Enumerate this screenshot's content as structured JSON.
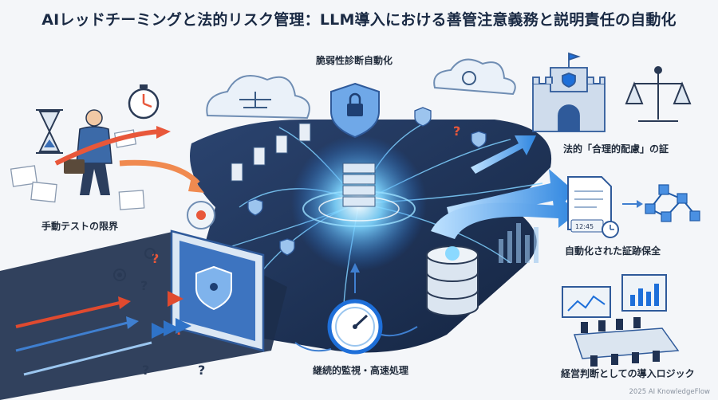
{
  "title": "AIレッドチーミングと法的リスク管理：LLM導入における善管注意義務と説明責任の自動化",
  "labels": {
    "top_center": "脆弱性診断自動化",
    "left": "手動テストの限界",
    "right_top": "法的「合理的配慮」の証",
    "right_middle": "自動化された証跡保全",
    "bottom_center": "継続的監視・高速処理",
    "right_bottom": "経営判断としての導入ロジック"
  },
  "document_time": "12:45",
  "credit": "2025 AI KnowledgeFlow",
  "colors": {
    "accent": "#1e6fd9",
    "glow": "#5ec8ff",
    "danger": "#e8573a",
    "platform": "#1f3152"
  },
  "icons": [
    "hourglass-icon",
    "businessman-icon",
    "stopwatch-icon",
    "document-icon",
    "cloud-icon",
    "shield-lock-icon",
    "server-icon",
    "database-icon",
    "castle-icon",
    "scales-icon",
    "clock-icon",
    "network-icon",
    "gauge-icon",
    "monitor-icon",
    "chart-icon",
    "question-icon",
    "gear-icon"
  ]
}
